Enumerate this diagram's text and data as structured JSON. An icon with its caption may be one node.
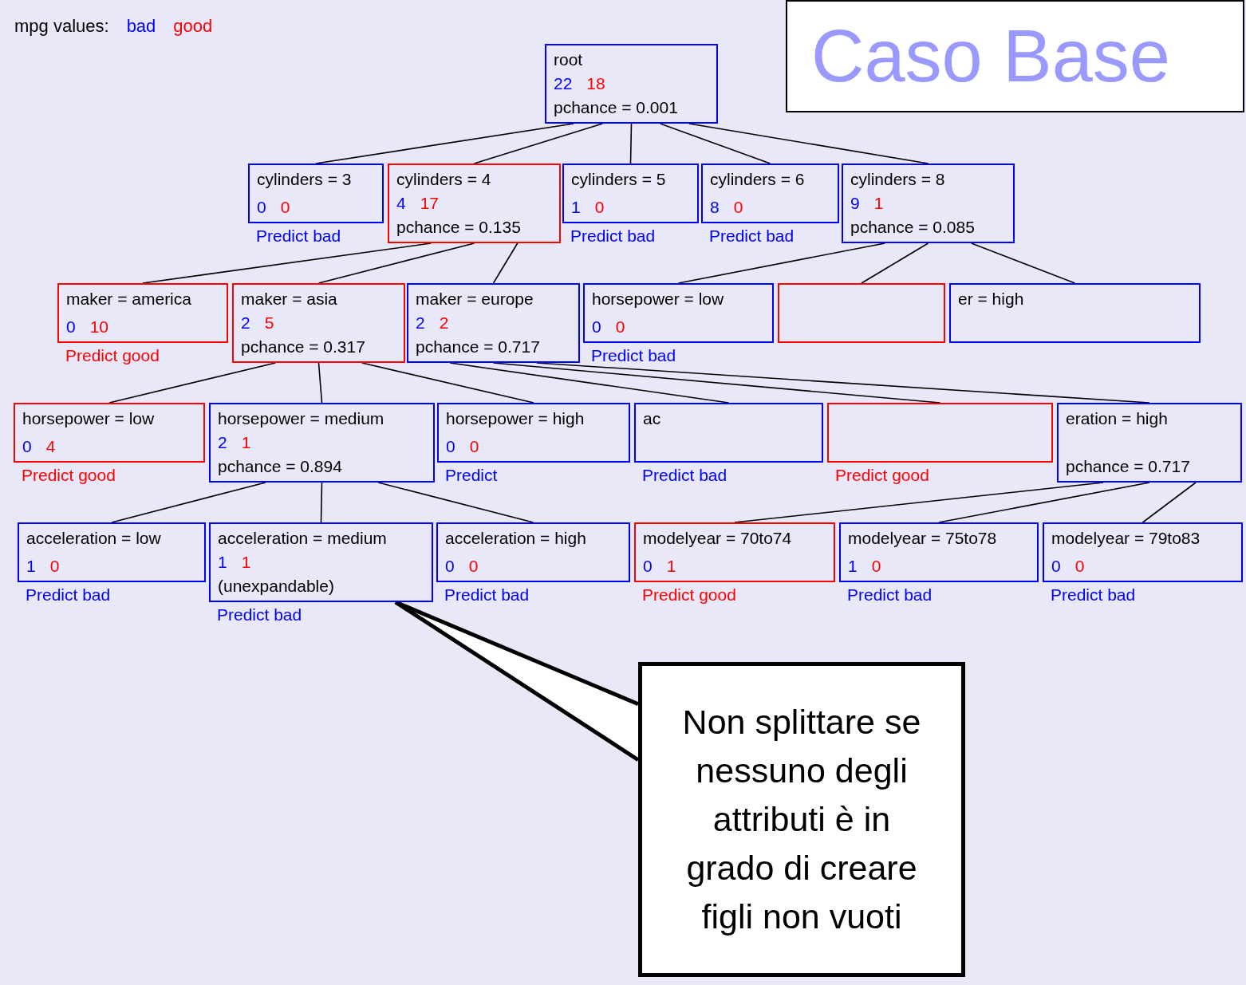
{
  "diagram": {
    "title": "Caso Base",
    "nodes": [
      {
        "text": [
          "root",
          "22",
          "18",
          "pchance = 0.001"
        ]
      },
      {
        "text": [
          "cylinders = 3",
          "0",
          "0"
        ],
        "beside": [
          "Predict bad"
        ]
      },
      {
        "text": [
          "cylinders = 4",
          "4",
          "17",
          "pchance = 0.135"
        ]
      },
      {
        "text": [
          "cylinders = 5",
          "1",
          "0"
        ],
        "beside": [
          "Predict bad"
        ]
      },
      {
        "text": [
          "cylinders = 6",
          "8",
          "0"
        ],
        "beside": [
          "Predict bad"
        ]
      },
      {
        "text": [
          "cylinders = 8",
          "9",
          "1",
          "pchance = 0.085"
        ]
      },
      {
        "text": [
          "maker = america",
          "0",
          "10"
        ],
        "beside": [
          "Predict good"
        ]
      },
      {
        "text": [
          "maker = asia",
          "2",
          "5",
          "pchance = 0.317"
        ]
      },
      {
        "text": [
          "maker = europe",
          "2",
          "2",
          "pchance = 0.717"
        ]
      },
      {
        "text": [
          "horsepower = low",
          "0",
          "0"
        ],
        "beside": [
          "Predict bad"
        ]
      },
      {
        "text": [],
        "shape": "box"
      },
      {
        "text": [
          "er = high"
        ]
      },
      {
        "text": [
          "horsepower = low",
          "0",
          "4"
        ],
        "beside": [
          "Predict good"
        ]
      },
      {
        "text": [
          "horsepower = medium",
          "2",
          "1",
          "pchance = 0.894"
        ]
      },
      {
        "text": [
          "horsepower = high",
          "0",
          "0"
        ],
        "beside": [
          "Predict"
        ]
      },
      {
        "text": [
          "ac"
        ],
        "beside": [
          "Predict bad"
        ]
      },
      {
        "text": [],
        "shape": "box",
        "beside": [
          "Predict good"
        ]
      },
      {
        "text": [
          "eration = high",
          "pchance = 0.717"
        ]
      },
      {
        "text": [
          "acceleration = low",
          "1",
          "0"
        ],
        "beside": [
          "Predict bad"
        ]
      },
      {
        "text": [
          "acceleration = medium",
          "1",
          "1",
          "(unexpandable)"
        ],
        "beside": [
          "Predict bad"
        ]
      },
      {
        "text": [
          "acceleration = high",
          "0",
          "0"
        ],
        "beside": [
          "Predict bad"
        ]
      },
      {
        "text": [
          "modelyear = 70to74",
          "0",
          "1"
        ],
        "beside": [
          "Predict good"
        ]
      },
      {
        "text": [
          "modelyear = 75to78",
          "1",
          "0"
        ],
        "beside": [
          "Predict bad"
        ]
      },
      {
        "text": [
          "modelyear = 79to83",
          "0",
          "0"
        ],
        "beside": [
          "Predict bad"
        ]
      },
      {
        "text": [
          "Non splittare se nessuno degli attributi è in grado di creare figli non vuoti"
        ]
      }
    ],
    "edges": [
      {
        "from": 0,
        "to": 1,
        "arrow": "none"
      },
      {
        "from": 0,
        "to": 2,
        "arrow": "none"
      },
      {
        "from": 0,
        "to": 3,
        "arrow": "none"
      },
      {
        "from": 0,
        "to": 4,
        "arrow": "none"
      },
      {
        "from": 0,
        "to": 5,
        "arrow": "none"
      },
      {
        "from": 2,
        "to": 6,
        "arrow": "none"
      },
      {
        "from": 2,
        "to": 7,
        "arrow": "none"
      },
      {
        "from": 2,
        "to": 8,
        "arrow": "none"
      },
      {
        "from": 5,
        "to": 9,
        "arrow": "none"
      },
      {
        "from": 5,
        "to": 10,
        "arrow": "none"
      },
      {
        "from": 5,
        "to": 11,
        "arrow": "none"
      },
      {
        "from": 7,
        "to": 12,
        "arrow": "none"
      },
      {
        "from": 7,
        "to": 13,
        "arrow": "none"
      },
      {
        "from": 7,
        "to": 14,
        "arrow": "none"
      },
      {
        "from": 8,
        "to": 15,
        "arrow": "none"
      },
      {
        "from": 8,
        "to": 16,
        "arrow": "none"
      },
      {
        "from": 8,
        "to": 17,
        "arrow": "none"
      },
      {
        "from": 13,
        "to": 18,
        "arrow": "none"
      },
      {
        "from": 13,
        "to": 19,
        "arrow": "none"
      },
      {
        "from": 13,
        "to": 20,
        "arrow": "none"
      },
      {
        "from": 17,
        "to": 21,
        "arrow": "none"
      },
      {
        "from": 17,
        "to": 22,
        "arrow": "none"
      },
      {
        "from": 17,
        "to": 23,
        "arrow": "none"
      },
      {
        "from": 24,
        "to": 19,
        "arrow": "none",
        "style": "thick"
      }
    ],
    "labels": [
      "mpg values:"
    ],
    "legend": [
      {
        "text": "bad",
        "color": "#0000ff"
      },
      {
        "text": "good",
        "color": "#ff0000"
      }
    ]
  }
}
